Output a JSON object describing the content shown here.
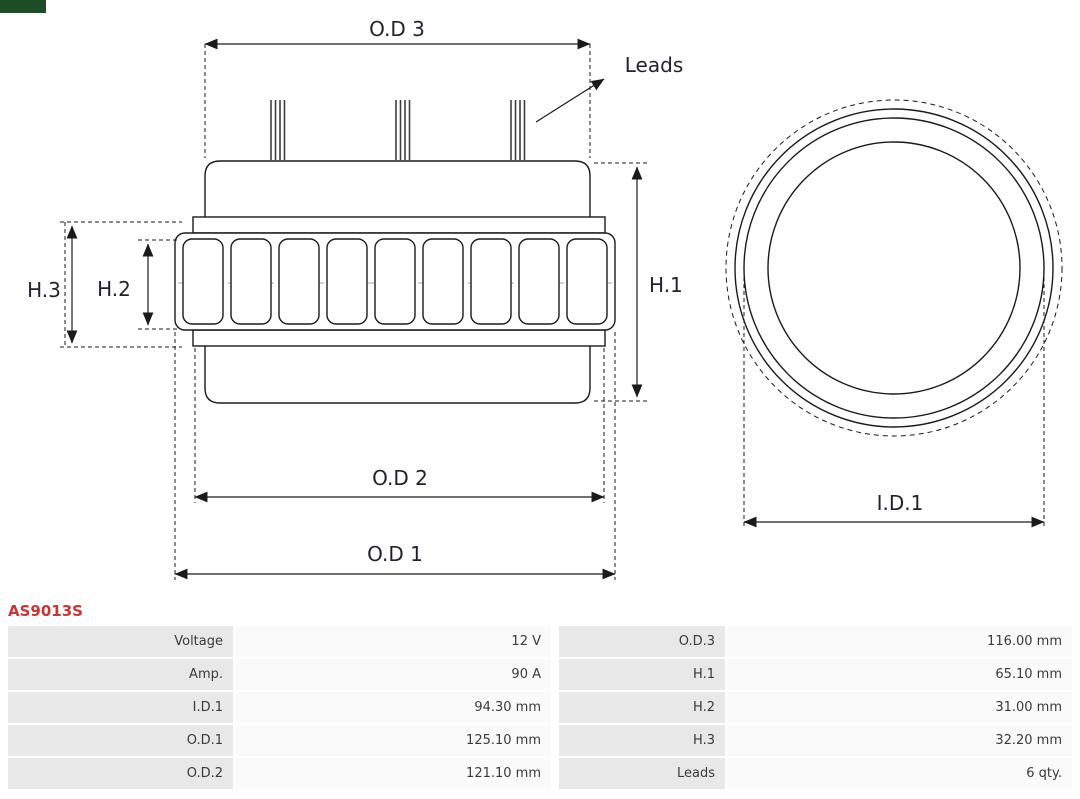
{
  "colors": {
    "accent": "#cc3333",
    "line": "#1a1a1a",
    "label-bg": "#e8e8e8",
    "value-bg": "#fafafa",
    "logo": "#1d4d25"
  },
  "part_number": "AS9013S",
  "diagram": {
    "labels": {
      "od3": "O.D 3",
      "leads": "Leads",
      "h1": "H.1",
      "h2": "H.2",
      "h3": "H.3",
      "od2": "O.D 2",
      "od1": "O.D 1",
      "id1": "I.D.1"
    }
  },
  "table": {
    "rows": [
      {
        "label1": "Voltage",
        "value1": "12 V",
        "label2": "O.D.3",
        "value2": "116.00 mm"
      },
      {
        "label1": "Amp.",
        "value1": "90 A",
        "label2": "H.1",
        "value2": "65.10 mm"
      },
      {
        "label1": "I.D.1",
        "value1": "94.30 mm",
        "label2": "H.2",
        "value2": "31.00 mm"
      },
      {
        "label1": "O.D.1",
        "value1": "125.10 mm",
        "label2": "H.3",
        "value2": "32.20 mm"
      },
      {
        "label1": "O.D.2",
        "value1": "121.10 mm",
        "label2": "Leads",
        "value2": "6 qty."
      }
    ]
  }
}
